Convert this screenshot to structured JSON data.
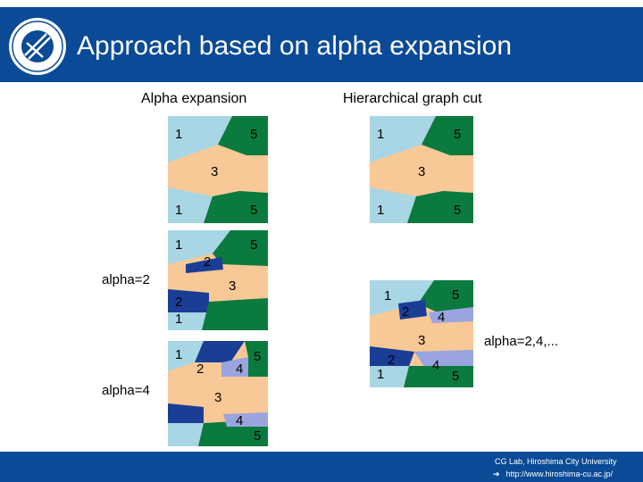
{
  "slide": {
    "title": "Approach based on alpha expansion",
    "left_heading": "Alpha expansion",
    "right_heading": "Hierarchical graph cut",
    "label_alpha2": "alpha=2",
    "label_alpha4": "alpha=4",
    "label_alpha24": "alpha=2,4,...",
    "footer_line1": "CG Lab, Hiroshima City University",
    "footer_line2": "http://www.hiroshima-cu.ac.jp/"
  },
  "panels": {
    "initial": {
      "n1": "1",
      "n5": "5",
      "n3": "3",
      "n1b": "1",
      "n5b": "5"
    },
    "alpha2": {
      "n1": "1",
      "n5": "5",
      "n2": "2",
      "n3": "3",
      "n2b": "2",
      "n1b": "1"
    },
    "alpha4": {
      "n1": "1",
      "n2": "2",
      "n4": "4",
      "n5": "5",
      "n3": "3",
      "n4b": "4",
      "n5b": "5"
    },
    "hier_initial": {
      "n1": "1",
      "n5": "5",
      "n3": "3",
      "n1b": "1",
      "n5b": "5"
    },
    "hier_final": {
      "n1": "1",
      "n5": "5",
      "n2": "2",
      "n4": "4",
      "n3": "3",
      "n2b": "2",
      "n1b": "1",
      "n4b": "4",
      "n5b": "5"
    }
  },
  "colors": {
    "header": "#0a4a96",
    "light_blue": "#a9d6e5",
    "green": "#0b7a3e",
    "orange": "#f8c896",
    "dark_blue": "#1a3e96",
    "purple": "#9aa4df"
  }
}
